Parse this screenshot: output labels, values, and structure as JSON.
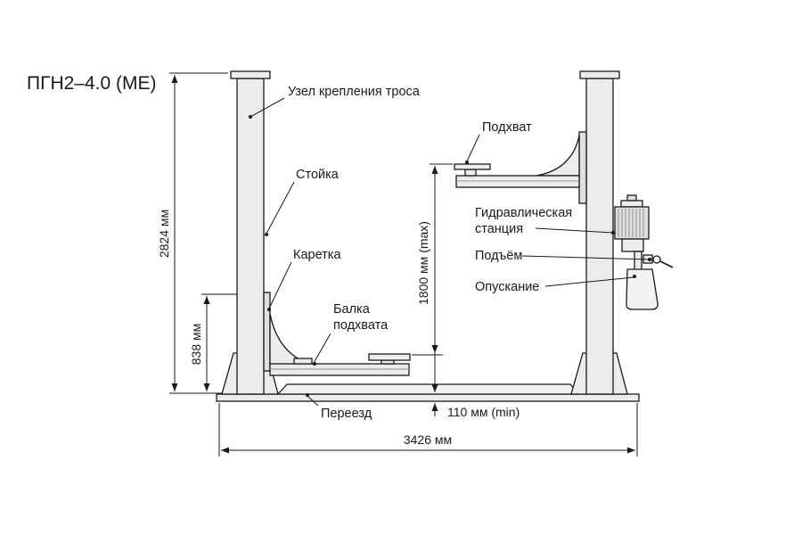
{
  "title": "ПГН2–4.0 (ME)",
  "labels": {
    "cable_unit": "Узел крепления троса",
    "post": "Стойка",
    "carriage": "Каретка",
    "beam_l1": "Балка",
    "beam_l2": "подхвата",
    "pickup": "Подхват",
    "hydraulic_l1": "Гидравлическая",
    "hydraulic_l2": "станция",
    "raise": "Подъём",
    "lower": "Опускание",
    "ramp": "Переезд"
  },
  "dimensions": {
    "total_height": "2824 мм",
    "carriage_height": "838 мм",
    "max_lift": "1800 мм (max)",
    "min_height": "110 мм (min)",
    "total_width": "3426 мм"
  },
  "colors": {
    "line": "#1a1a1a",
    "fill_light": "#ececec",
    "fill_mid": "#e0e0e0"
  }
}
